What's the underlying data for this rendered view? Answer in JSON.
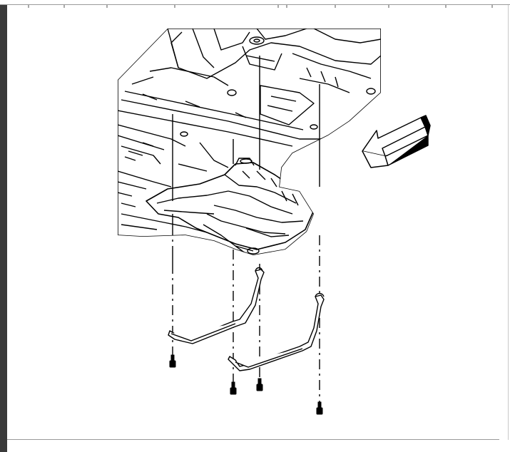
{
  "figure": {
    "parts": [
      "vehicle-underbody",
      "fuel-tank",
      "front-tank-strap",
      "rear-tank-strap",
      "strap-bolt",
      "direction-arrow"
    ],
    "line_color": "#000000",
    "background_color": "#ffffff",
    "frame_color": "#3a3a3a"
  }
}
